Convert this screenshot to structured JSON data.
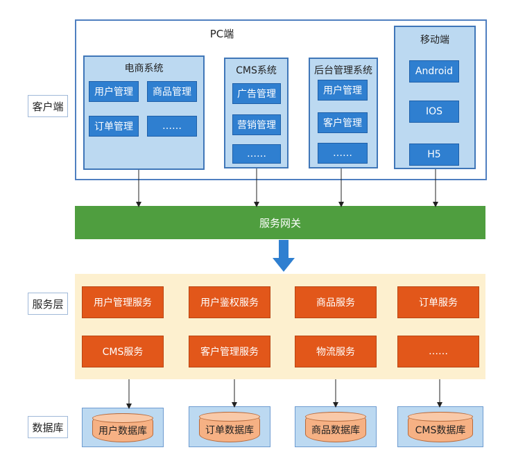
{
  "client": {
    "label": "客户端",
    "pc_title": "PC端",
    "ecommerce": {
      "title": "电商系统",
      "modules": [
        "用户管理",
        "商品管理",
        "订单管理",
        "……"
      ]
    },
    "cms": {
      "title": "CMS系统",
      "modules": [
        "广告管理",
        "营销管理",
        "……"
      ]
    },
    "backend": {
      "title": "后台管理系统",
      "modules": [
        "用户管理",
        "客户管理",
        "……"
      ]
    },
    "mobile": {
      "title": "移动端",
      "modules": [
        "Android",
        "IOS",
        "H5"
      ]
    }
  },
  "gateway": {
    "label": "服务网关"
  },
  "service_layer": {
    "label": "服务层",
    "services": [
      "用户管理服务",
      "用户鉴权服务",
      "商品服务",
      "订单服务",
      "CMS服务",
      "客户管理服务",
      "物流服务",
      "……"
    ]
  },
  "database_layer": {
    "label": "数据库",
    "databases": [
      "用户数据库",
      "订单数据库",
      "商品数据库",
      "CMS数据库"
    ]
  },
  "colors": {
    "module_blue": "#2f7fd0",
    "subsystem_bg": "#bcd9f1",
    "gateway_green": "#4f9e3f",
    "service_orange": "#e2571a",
    "service_bg": "#fdf0cf",
    "db_cylinder": "#f6b184"
  }
}
